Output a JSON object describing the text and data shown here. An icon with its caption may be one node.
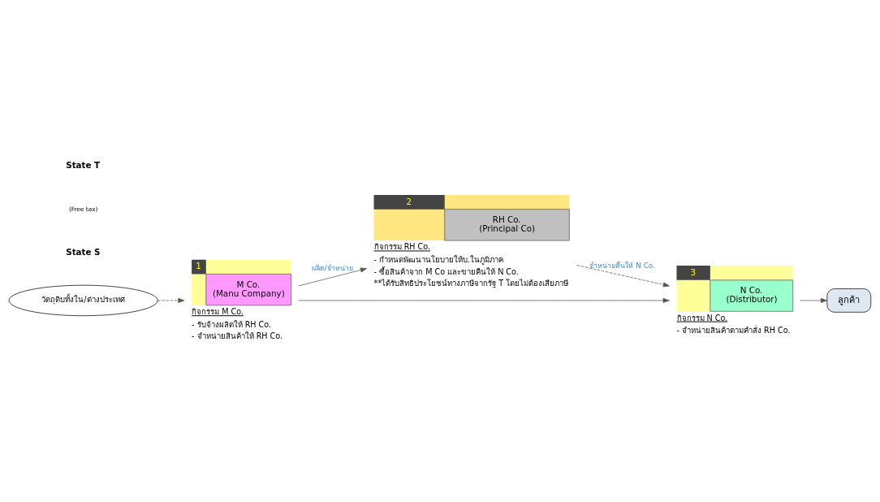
{
  "diagram": {
    "nodes": [
      {
        "text": [
          "วัตถุดิบทั้งใน/ต่างประเทศ"
        ]
      },
      {
        "text": [
          "1",
          "M Co.",
          "(Manu Company)"
        ],
        "beside": [
          "กิจกรรม M Co.",
          "- รับจ้างผลิตให้ RH Co.",
          "- จำหน่ายสินค้าให้ RH Co."
        ]
      },
      {
        "text": [
          "2",
          "RH Co.",
          "(Principal Co)"
        ],
        "beside": [
          "กิจกรรม RH Co.",
          "- กำหนดพัฒนานโยบายให้บ.ในภูมิภาค",
          "- ซื้อสินค้าจาก M Co และขายคืนให้ N Co.",
          "**ได้รับสิทธิประโยชน์ทางภาษีจากรัฐ T โดยไม่ต้องเสียภาษี"
        ]
      },
      {
        "text": [
          "3",
          "N Co.",
          "(Distributor)"
        ],
        "beside": [
          "กิจกรรม N Co.",
          "- จำหน่ายสินค้าตามคำสั่ง RH Co."
        ]
      },
      {
        "text": [
          "ลูกค้า"
        ]
      }
    ],
    "edges": [
      {
        "from": 0,
        "to": 1,
        "arrow": "to",
        "style": "dashed"
      },
      {
        "from": 1,
        "to": 2,
        "arrow": "to",
        "label": "ผลิต/จำหน่าย"
      },
      {
        "from": 2,
        "to": 3,
        "arrow": "to",
        "style": "dashed",
        "label": "จำหน่ายคืนให้ N Co."
      },
      {
        "from": 1,
        "to": 3,
        "arrow": "to"
      },
      {
        "from": 3,
        "to": 4,
        "arrow": "to"
      }
    ],
    "labels": [
      "State T",
      "(Free tax)",
      "State S"
    ]
  }
}
